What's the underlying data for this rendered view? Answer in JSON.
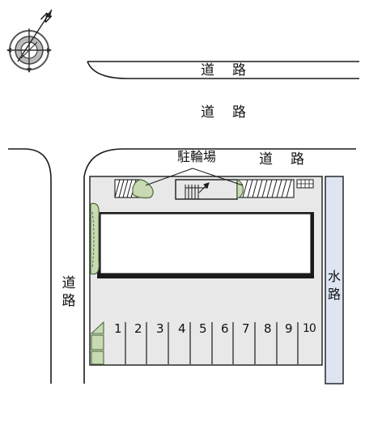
{
  "compass": {
    "direction_label": "N"
  },
  "roads": {
    "top_road": [
      "道",
      "路"
    ],
    "middle_road": [
      "道",
      "路"
    ],
    "right_road": [
      "道",
      "路"
    ],
    "left_road": [
      "道",
      "路"
    ],
    "waterway": [
      "水",
      "路"
    ]
  },
  "bicycle_parking": {
    "label": "駐輪場"
  },
  "parking_spaces": [
    "1",
    "2",
    "3",
    "4",
    "5",
    "6",
    "7",
    "8",
    "9",
    "10"
  ],
  "colors": {
    "line": "#1a1a1a",
    "site_fill": "#e8e8e8",
    "building_fill": "#ffffff",
    "waterway_fill": "#dde5f3",
    "vegetation_fill": "#c9d9b4",
    "vegetation_stroke": "#4a6b3a"
  }
}
